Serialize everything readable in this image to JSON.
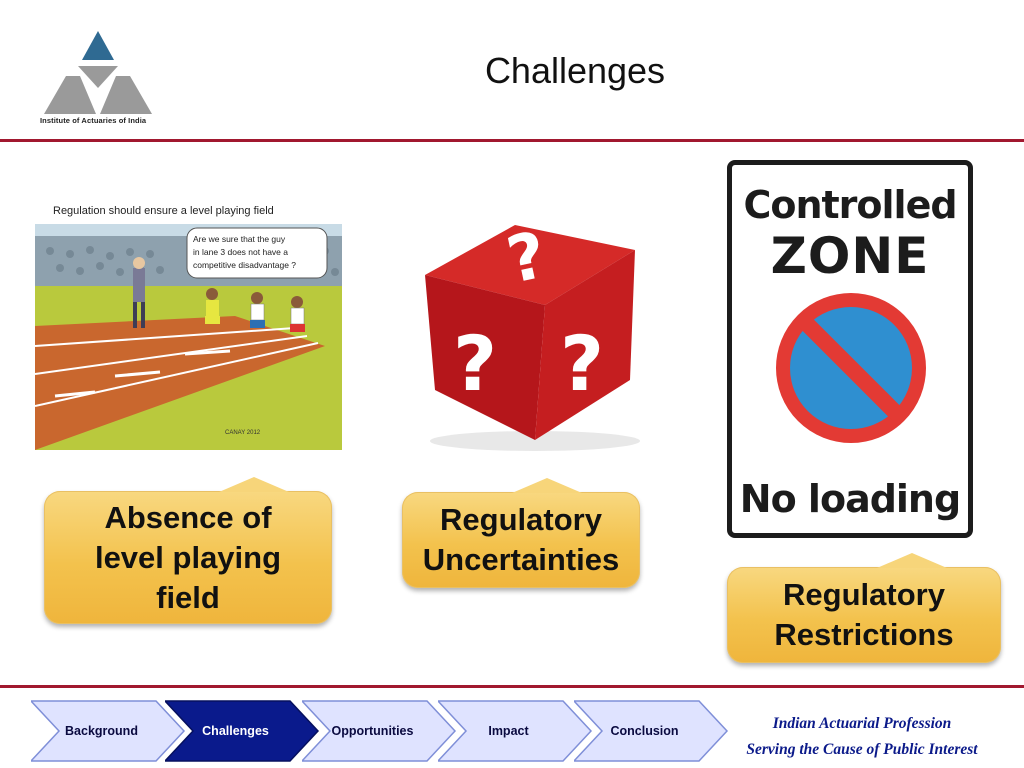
{
  "header": {
    "logo_text": "Institute of Actuaries of India",
    "title": "Challenges"
  },
  "images": {
    "cartoon": {
      "caption": "Regulation should ensure a level playing field",
      "speech": [
        "Are we sure that the guy",
        "in lane 3 does not have a",
        "competitive disadvantage ?"
      ],
      "signature": "CANAY 2012"
    },
    "sign": {
      "line1": "Controlled",
      "line2": "ZONE",
      "line3": "No loading"
    }
  },
  "callouts": [
    {
      "lines": [
        "Absence of",
        "level playing",
        "field"
      ]
    },
    {
      "lines": [
        "Regulatory",
        "Uncertainties"
      ]
    },
    {
      "lines": [
        "Regulatory",
        "Restrictions"
      ]
    }
  ],
  "nav": {
    "items": [
      {
        "label": "Background"
      },
      {
        "label": "Challenges"
      },
      {
        "label": "Opportunities"
      },
      {
        "label": "Impact"
      },
      {
        "label": "Conclusion"
      }
    ],
    "active_index": 1
  },
  "footer": {
    "tagline1": "Indian Actuarial Profession",
    "tagline2": "Serving the Cause of Public Interest"
  },
  "colors": {
    "rule": "#a1182f",
    "logo_blue": "#2f6a92",
    "logo_grey": "#9a9a9a",
    "callout_gold": "#f3c24d",
    "nav_active": "#0a1a8c",
    "nav_inactive": "#dfe3ff",
    "tagline": "#0b1a8a",
    "sign_red": "#e33a34",
    "sign_blue": "#2f8fd0"
  }
}
